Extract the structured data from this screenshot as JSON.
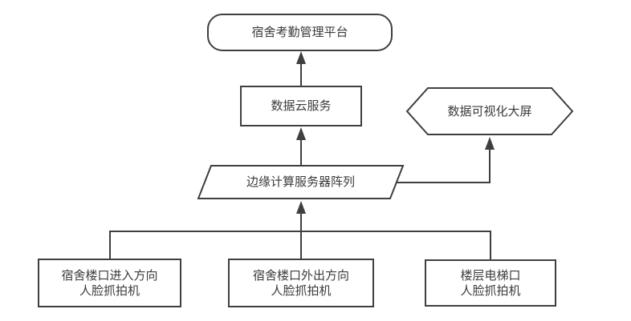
{
  "diagram": {
    "colors": {
      "stroke": "#3f3f3f",
      "text": "#3b3b3b",
      "background": "#ffffff"
    },
    "nodes": {
      "platform": {
        "shape": "stadium",
        "label": "宿舍考勤管理平台"
      },
      "cloud_service": {
        "shape": "rectangle",
        "label": "数据云服务"
      },
      "visualization_screen": {
        "shape": "hexagon",
        "label": "数据可视化大屏"
      },
      "edge_servers": {
        "shape": "parallelogram",
        "label": "边缘计算服务器阵列"
      },
      "camera_entry": {
        "shape": "rectangle",
        "label_line1": "宿舍楼口进入方向",
        "label_line2": "人脸抓拍机"
      },
      "camera_exit": {
        "shape": "rectangle",
        "label_line1": "宿舍楼口外出方向",
        "label_line2": "人脸抓拍机"
      },
      "camera_elevator": {
        "shape": "rectangle",
        "label_line1": "楼层电梯口",
        "label_line2": "人脸抓拍机"
      }
    },
    "connections": [
      {
        "from": "数据云服务",
        "to": "宿舍考勤管理平台",
        "type": "arrow-up"
      },
      {
        "from": "边缘计算服务器阵列",
        "to": "数据云服务",
        "type": "arrow-up"
      },
      {
        "from": "边缘计算服务器阵列",
        "to": "数据可视化大屏",
        "type": "elbow-arrow"
      },
      {
        "from": "宿舍楼口进入方向人脸抓拍机",
        "to": "边缘计算服务器阵列",
        "type": "bus-arrow"
      },
      {
        "from": "宿舍楼口外出方向人脸抓拍机",
        "to": "边缘计算服务器阵列",
        "type": "bus-arrow"
      },
      {
        "from": "楼层电梯口人脸抓拍机",
        "to": "边缘计算服务器阵列",
        "type": "bus-arrow"
      }
    ]
  }
}
